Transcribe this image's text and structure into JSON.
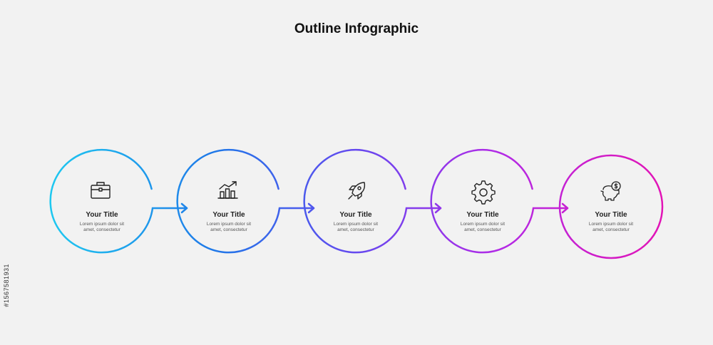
{
  "title": "Outline Infographic",
  "colors": {
    "background": "#f2f2f2",
    "gradient_start": "#1ec8f0",
    "gradient_end": "#e010b8"
  },
  "steps": [
    {
      "title": "Your Title",
      "text_line1": "Lorem ipsum dolor sit",
      "text_line2": "amet, consectetur",
      "icon": "briefcase-icon",
      "color": "#1cc4ee"
    },
    {
      "title": "Your Title",
      "text_line1": "Lorem ipsum dolor sit",
      "text_line2": "amet, consectetur",
      "icon": "growth-chart-icon",
      "color": "#1f7be8"
    },
    {
      "title": "Your Title",
      "text_line1": "Lorem ipsum dolor sit",
      "text_line2": "amet, consectetur",
      "icon": "rocket-icon",
      "color": "#6a4cf0"
    },
    {
      "title": "Your Title",
      "text_line1": "Lorem ipsum dolor sit",
      "text_line2": "amet, consectetur",
      "icon": "gear-icon",
      "color": "#b52ae8"
    },
    {
      "title": "Your Title",
      "text_line1": "Lorem ipsum dolor sit",
      "text_line2": "amet, consectetur",
      "icon": "piggy-bank-icon",
      "color": "#e214b6"
    }
  ],
  "stock_id": "#1567581931"
}
